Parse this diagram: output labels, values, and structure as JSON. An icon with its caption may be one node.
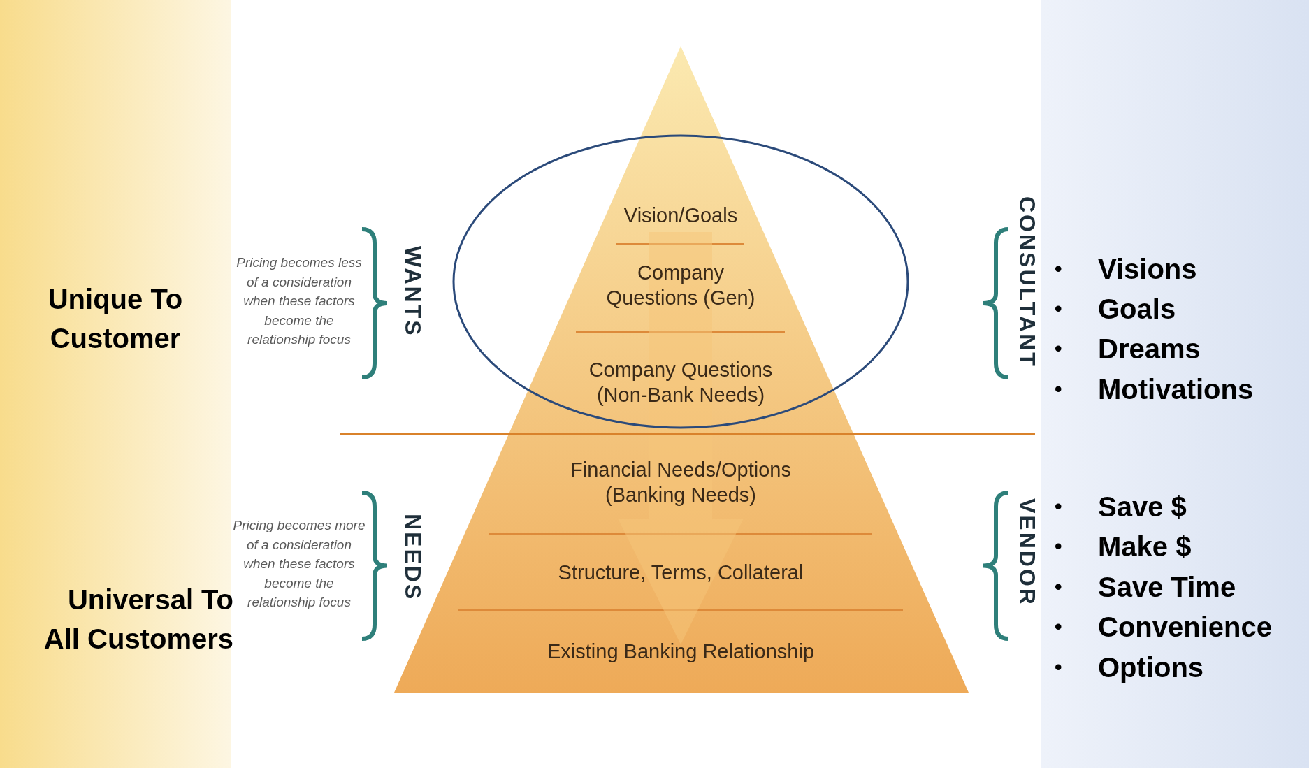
{
  "diagram": {
    "nodes": [
      {
        "text": [
          "Vision/Goals"
        ]
      },
      {
        "text": [
          "Company Questions (Gen)"
        ]
      },
      {
        "text": [
          "Company Questions (Non-Bank Needs)"
        ]
      },
      {
        "text": [
          "Financial Needs/Options (Banking Needs)"
        ]
      },
      {
        "text": [
          "Structure, Terms, Collateral"
        ]
      },
      {
        "text": [
          "Existing Banking Relationship"
        ]
      }
    ],
    "edges": [
      {
        "from": 0,
        "to": 5,
        "arrow": "to"
      }
    ],
    "labels": [
      "Unique To Customer",
      "Pricing becomes less of a consideration when these factors become the relationship focus",
      "WANTS",
      "CONSULTANT",
      "•",
      "Visions",
      "•",
      "Goals",
      "•",
      "Dreams",
      "•",
      "Motivations",
      "Universal To All Customers",
      "Pricing becomes more of a consideration when these factors become the relationship focus",
      "NEEDS",
      "VENDOR",
      "•",
      "Save $",
      "•",
      "Make $",
      "•",
      "Save Time",
      "•",
      "Convenience",
      "•",
      "Options"
    ]
  }
}
